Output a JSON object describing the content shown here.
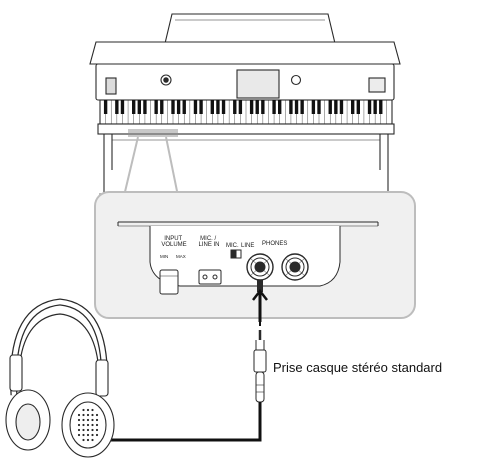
{
  "panel": {
    "input_volume": "INPUT\nVOLUME",
    "min": "MIN",
    "max": "MAX",
    "mic_line_in": "MIC. /\nLINE IN",
    "mic": "MIC.",
    "line": "LINE",
    "phones": "PHONES"
  },
  "caption": "Prise casque stéréo standard",
  "colors": {
    "outline": "#2a2a2a",
    "callout_fill": "#f0f0f0",
    "callout_border": "#bdbdbd",
    "highlight": "#c8c8c8"
  }
}
